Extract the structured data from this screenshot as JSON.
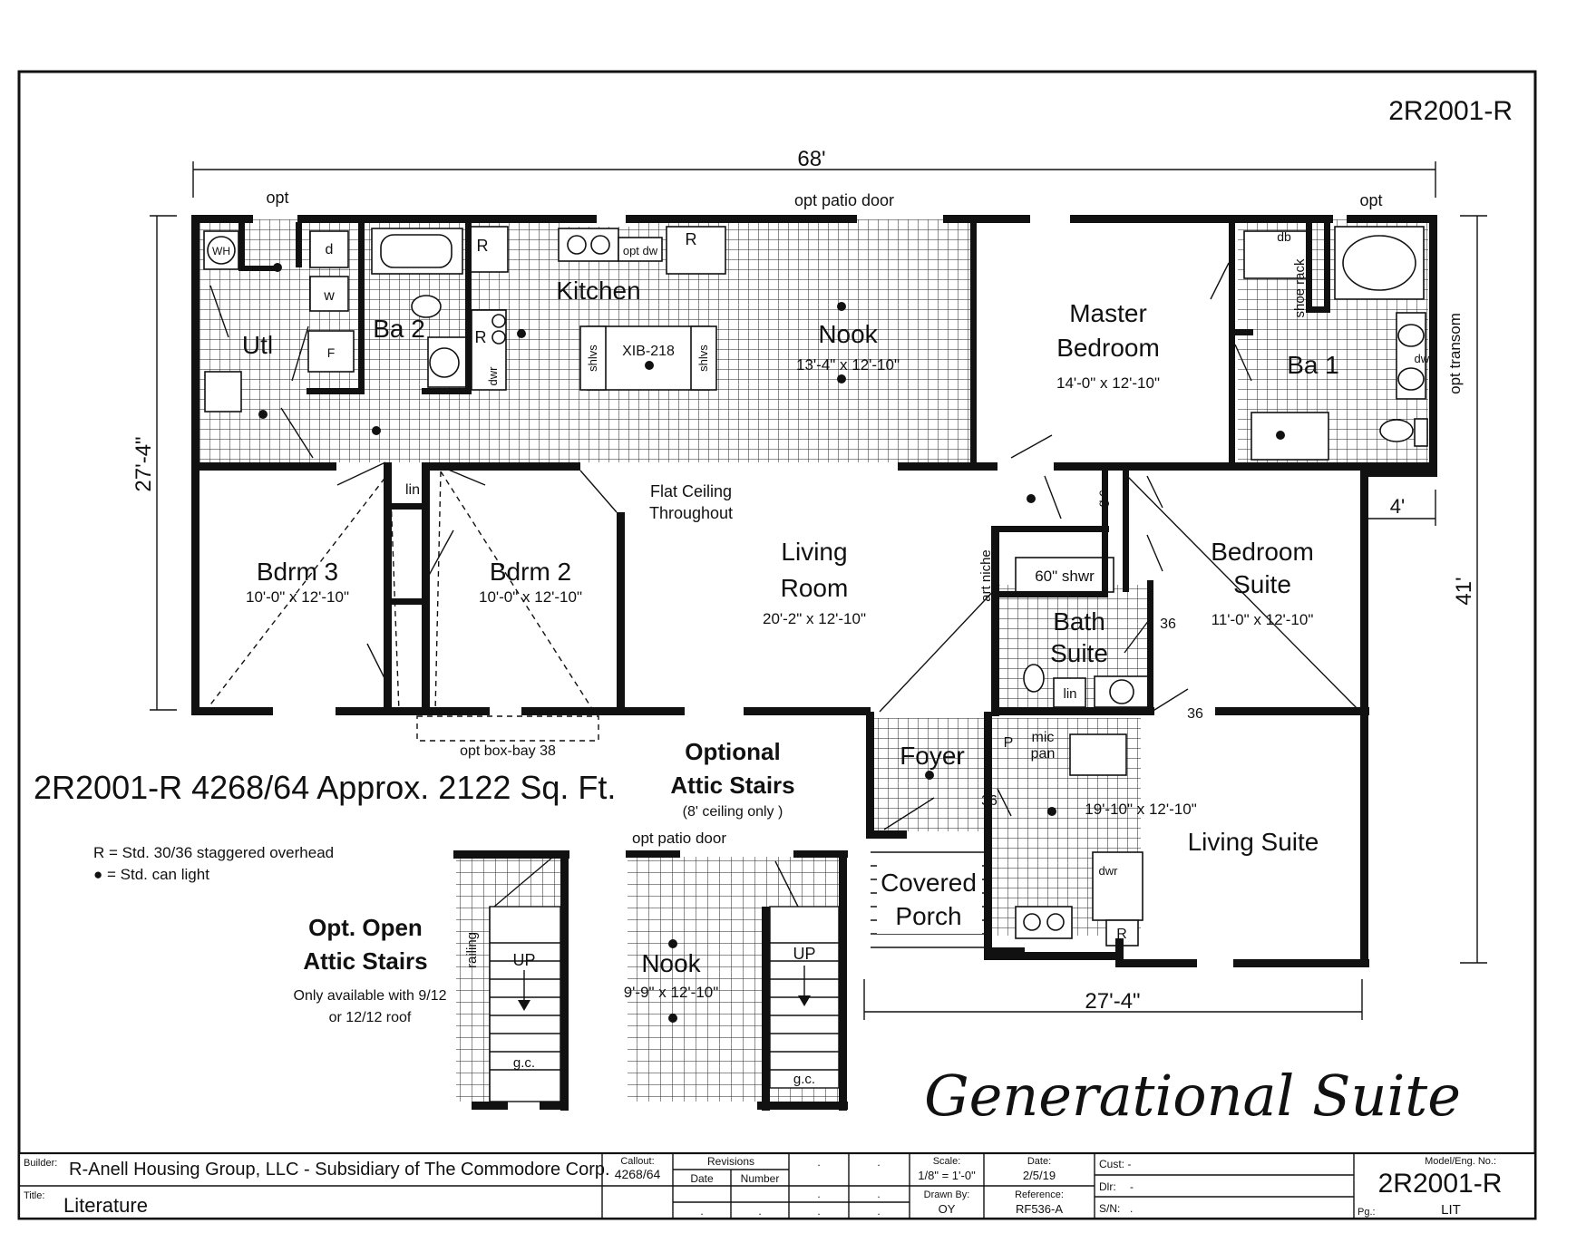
{
  "model_code": "2R2001-R",
  "dimensions": {
    "overall_width": "68'",
    "left_depth": "27'-4\"",
    "right_depth": "41'",
    "suite_width": "27'-4\"",
    "bump": "4'"
  },
  "top_labels": {
    "opt_left": "opt",
    "patio_door": "opt patio door",
    "opt_right": "opt"
  },
  "side_labels": {
    "opt_transom": "opt transom",
    "box_bay": "opt box-bay 38"
  },
  "rooms": {
    "utl": "Utl",
    "ba2": "Ba 2",
    "kitchen": "Kitchen",
    "nook_name": "Nook",
    "nook_size": "13'-4\" x 12'-10\"",
    "master_1": "Master",
    "master_2": "Bedroom",
    "master_size": "14'-0\" x 12'-10\"",
    "ba1": "Ba 1",
    "bdrm3_name": "Bdrm 3",
    "bdrm3_size": "10'-0\" x 12'-10\"",
    "bdrm2_name": "Bdrm 2",
    "bdrm2_size": "10'-0\" x 12'-10\"",
    "flat_ceiling_1": "Flat Ceiling",
    "flat_ceiling_2": "Throughout",
    "living_1": "Living",
    "living_2": "Room",
    "living_size": "20'-2\" x 12'-10\"",
    "art_niche": "art niche",
    "shower": "60\" shwr",
    "bath_suite_1": "Bath",
    "bath_suite_2": "Suite",
    "bedroom_suite_1": "Bedroom",
    "bedroom_suite_2": "Suite",
    "bedroom_suite_size": "11'-0\" x 12'-10\"",
    "foyer": "Foyer",
    "covered_1": "Covered",
    "covered_2": "Porch",
    "living_suite": "Living Suite",
    "living_suite_size": "19'-10\" x 12'-10\""
  },
  "fixtures": {
    "wh": "WH",
    "d": "d",
    "w": "w",
    "f": "F",
    "r": "R",
    "opt_dw": "opt dw",
    "dwr": "dwr",
    "shlvs": "shlvs",
    "island": "XIB-218",
    "db": "db",
    "shoe_rack": "shoe rack",
    "lin": "lin",
    "gc": "g.c.",
    "p": "P",
    "mic_1": "mic",
    "mic_2": "pan",
    "opt": "opt",
    "n36": "36",
    "up": "UP",
    "railing": "railing"
  },
  "summary": "2R2001-R 4268/64  Approx. 2122 Sq. Ft.",
  "legend": [
    "R = Std. 30/36 staggered overhead",
    "● = Std. can light"
  ],
  "optional_attic": {
    "title_1": "Optional",
    "title_2": "Attic Stairs",
    "note": "(8' ceiling only )",
    "patio": "opt patio door",
    "nook": "Nook",
    "nook_size": "9'-9\" x 12'-10\""
  },
  "open_attic": {
    "title_1": "Opt. Open",
    "title_2": "Attic Stairs",
    "note_1": "Only available with 9/12",
    "note_2": "or 12/12 roof"
  },
  "brand_title": "Generational Suite",
  "title_block": {
    "builder_label": "Builder:",
    "builder": "R-Anell Housing Group, LLC - Subsidiary of The Commodore Corp.",
    "title_label": "Title:",
    "title": "Literature",
    "callout_label": "Callout:",
    "callout": "4268/64",
    "revisions_label": "Revisions",
    "rev_date": "Date",
    "rev_number": "Number",
    "dot": ".",
    "scale_label": "Scale:",
    "scale": "1/8\" = 1'-0\"",
    "date_label": "Date:",
    "date": "2/5/19",
    "drawn_label": "Drawn By:",
    "drawn": "OY",
    "ref_label": "Reference:",
    "ref": "RF536-A",
    "cust": "Cust: -",
    "dlr": "Dlr:",
    "dlr_val": "-",
    "sn": "S/N:",
    "sn_val": ".",
    "model_label": "Model/Eng. No.:",
    "model": "2R2001-R",
    "pg_label": "Pg.:",
    "pg": "LIT"
  }
}
